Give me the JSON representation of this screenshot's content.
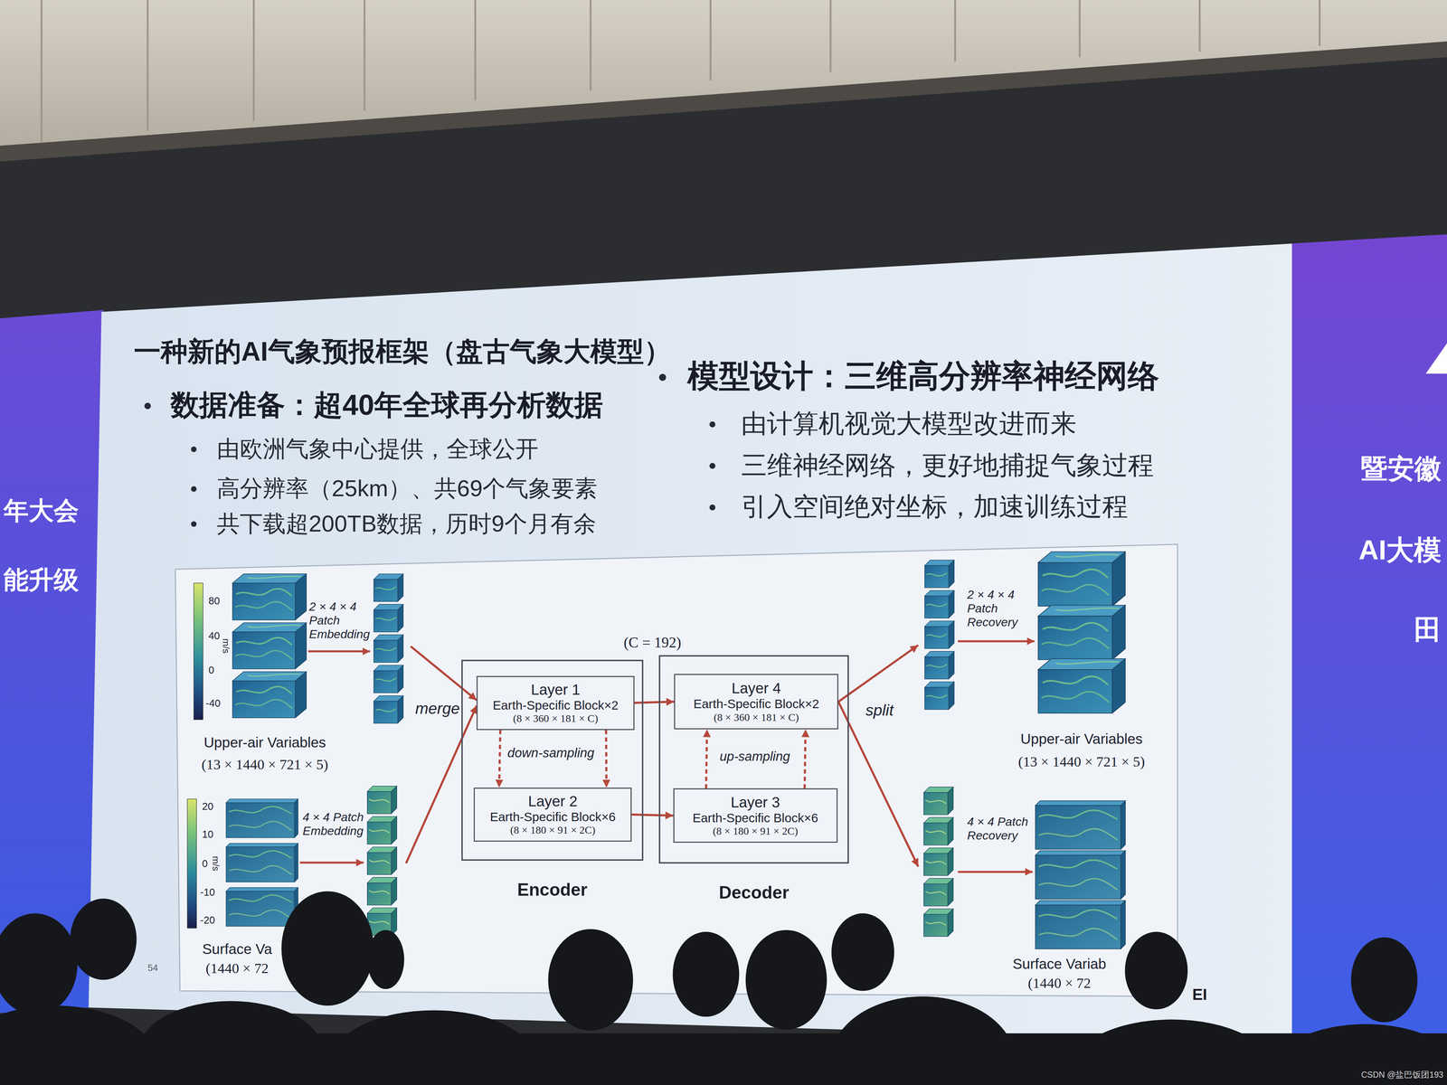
{
  "diagram": {
    "title": "一种新的AI气象预报框架（盘古气象大模型）",
    "nodes": [
      {
        "text": [
          "Upper-air Variables",
          "(13 × 1440 × 721 × 5)"
        ]
      },
      {
        "text": [
          "Surface Va",
          "(1440 × 72"
        ]
      },
      {
        "text": [
          "Encoder"
        ]
      },
      {
        "text": [
          "Layer 1",
          "Earth-Specific Block×2",
          "(8 × 360 × 181 × C)"
        ],
        "in": 2
      },
      {
        "text": [
          "Layer 2",
          "Earth-Specific Block×6",
          "(8 × 180 × 91 × 2C)"
        ],
        "in": 2
      },
      {
        "text": [
          "Decoder"
        ]
      },
      {
        "text": [
          "Layer 4",
          "Earth-Specific Block×2",
          "(8 × 360 × 181 × C)"
        ],
        "in": 5
      },
      {
        "text": [
          "Layer 3",
          "Earth-Specific Block×6",
          "(8 × 180 × 91 × 2C)"
        ],
        "in": 5
      },
      {
        "text": [
          "Upper-air Variables",
          "(13 × 1440 × 721 × 5)"
        ]
      },
      {
        "text": [
          "Surface Variab",
          "(1440 × 72"
        ]
      }
    ],
    "edges": [
      {
        "from": 0,
        "to": 3,
        "arrow": "to"
      },
      {
        "from": 1,
        "to": 3,
        "arrow": "to"
      },
      {
        "from": 3,
        "to": 4,
        "arrow": "to"
      },
      {
        "from": 3,
        "to": 4,
        "arrow": "to"
      },
      {
        "from": 3,
        "to": 6,
        "arrow": "to"
      },
      {
        "from": 4,
        "to": 7,
        "arrow": "to"
      },
      {
        "from": 7,
        "to": 6,
        "arrow": "to"
      },
      {
        "from": 7,
        "to": 6,
        "arrow": "to"
      },
      {
        "from": 6,
        "to": 8,
        "arrow": "to"
      },
      {
        "from": 6,
        "to": 9,
        "arrow": "to"
      }
    ],
    "labels": [
      "数据准备：超40年全球再分析数据",
      "由欧洲气象中心提供，全球公开",
      "高分辨率（25km）、共69个气象要素",
      "共下载超200TB数据，历时9个月有余",
      "模型设计：三维高分辨率神经网络",
      "由计算机视觉大模型改进而来",
      "三维神经网络，更好地捕捉气象过程",
      "引入空间绝对坐标，加速训练过程",
      "80",
      "40",
      "0",
      "-40",
      "m/s",
      "2 × 4 × 4 Patch Embedding",
      "20",
      "10",
      "0",
      "-10",
      "-20",
      "m/s",
      "4 × 4 Patch Embedding",
      "merge",
      "(C = 192)",
      "down-sampling",
      "up-sampling",
      "split",
      "2 × 4 × 4 Patch Recovery",
      "4 × 4 Patch Recovery",
      "54",
      "EI",
      "年大会",
      "能升级",
      "暨安徽",
      "AI大模",
      "田",
      "CSDN @盐巴饭团193"
    ]
  }
}
